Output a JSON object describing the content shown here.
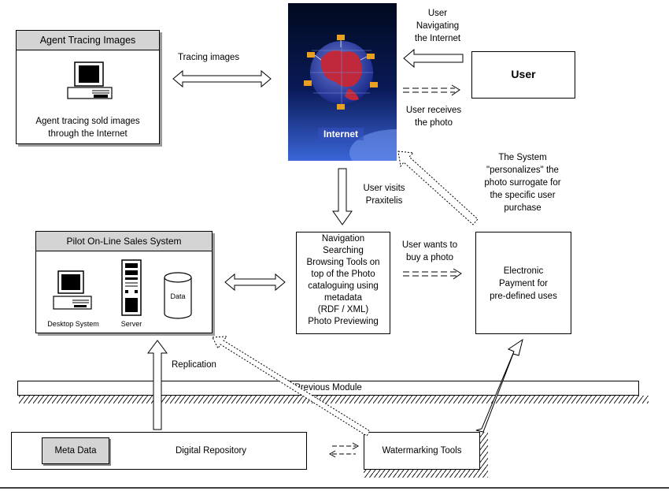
{
  "agent_box": {
    "title": "Agent Tracing Images",
    "caption_line1": "Agent tracing sold images",
    "caption_line2": "through the Internet"
  },
  "tracing_label": "Tracing images",
  "internet_label": "Internet",
  "user_box": {
    "label": "User"
  },
  "user_navigating": [
    "User",
    "Navigating",
    "the Internet"
  ],
  "user_receives": [
    "User receives",
    "the photo"
  ],
  "system_personalizes": [
    "The System",
    "\"personalizes\" the",
    "photo surrogate for",
    "the specific user",
    "purchase"
  ],
  "user_visits": [
    "User visits",
    "Praxitelis"
  ],
  "pilot_box": {
    "title": "Pilot On-Line Sales System",
    "desktop_label": "Desktop System",
    "server_label": "Server",
    "data_label": "Data"
  },
  "navigation_box": [
    "Navigation",
    "Searching",
    "Browsing Tools on",
    "top of the Photo",
    "cataloguing using",
    "metadata",
    "(RDF / XML)",
    "Photo Previewing"
  ],
  "user_wants": [
    "User wants to",
    "buy a photo"
  ],
  "payment_box": [
    "Electronic",
    "Payment for",
    "pre-defined uses"
  ],
  "replication_label": "Replication",
  "previous_module_label": "Previous Module",
  "repository_box": {
    "meta_label": "Meta Data",
    "label": "Digital Repository"
  },
  "watermarking_label": "Watermarking Tools"
}
